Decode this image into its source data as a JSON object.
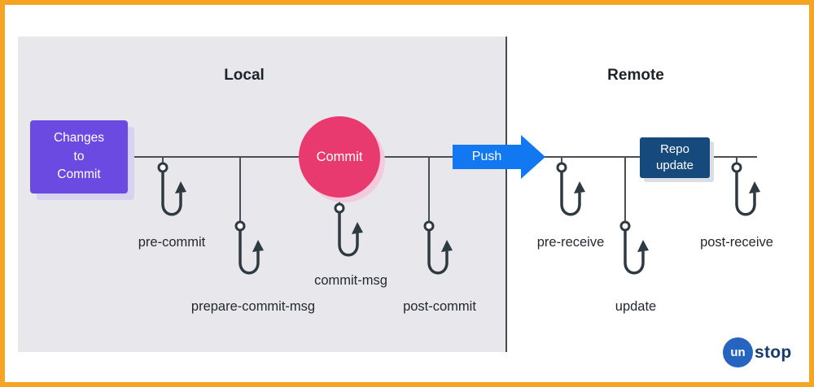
{
  "sections": {
    "local": "Local",
    "remote": "Remote"
  },
  "nodes": {
    "changes": "Changes to Commit",
    "commit": "Commit",
    "push": "Push",
    "repo_update": "Repo update"
  },
  "hooks": [
    {
      "label": "pre-commit"
    },
    {
      "label": "prepare-commit-msg"
    },
    {
      "label": "commit-msg"
    },
    {
      "label": "post-commit"
    },
    {
      "label": "pre-receive"
    },
    {
      "label": "update"
    },
    {
      "label": "post-receive"
    }
  ],
  "logo": {
    "un": "un",
    "stop": "stop"
  },
  "colors": {
    "frame_border": "#F5A423",
    "local_panel": "#E8E8EC",
    "changes_node": "#6A4AE0",
    "commit_node": "#E93A6F",
    "push_arrow": "#1178F2",
    "repo_update_node": "#174A7C",
    "hook": "#2E3A42",
    "logo_blue": "#2565C0",
    "logo_navy": "#153A6D"
  }
}
